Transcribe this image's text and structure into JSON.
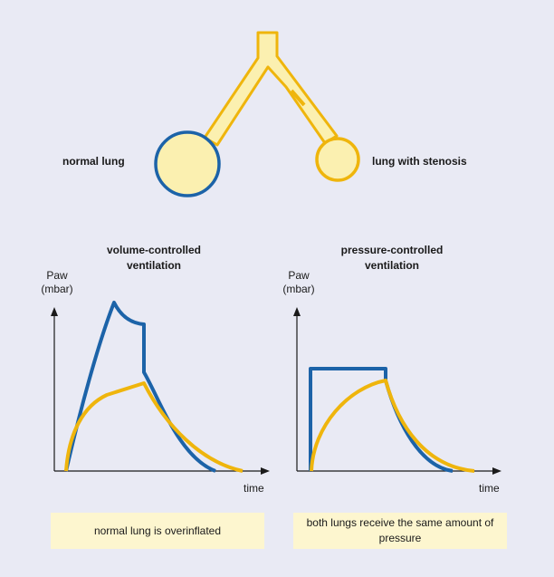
{
  "colors": {
    "background": "#e9eaf4",
    "normal_lung": "#1c63a8",
    "stenosis_lung": "#efb50c",
    "airway_fill": "#fbf0b0",
    "note_fill": "#fdf6cf",
    "axis": "#1a1a1a"
  },
  "lungs": {
    "normal_label": "normal lung",
    "stenosis_label": "lung with stenosis"
  },
  "panels": [
    {
      "title_line1": "volume-controlled",
      "title_line2": "ventilation",
      "ylabel_line1": "Paw",
      "ylabel_line2": "(mbar)",
      "xlabel": "time",
      "note": "normal lung is overinflated"
    },
    {
      "title_line1": "pressure-controlled",
      "title_line2": "ventilation",
      "ylabel_line1": "Paw",
      "ylabel_line2": "(mbar)",
      "xlabel": "time",
      "note": "both lungs receive the same amount of pressure"
    }
  ]
}
